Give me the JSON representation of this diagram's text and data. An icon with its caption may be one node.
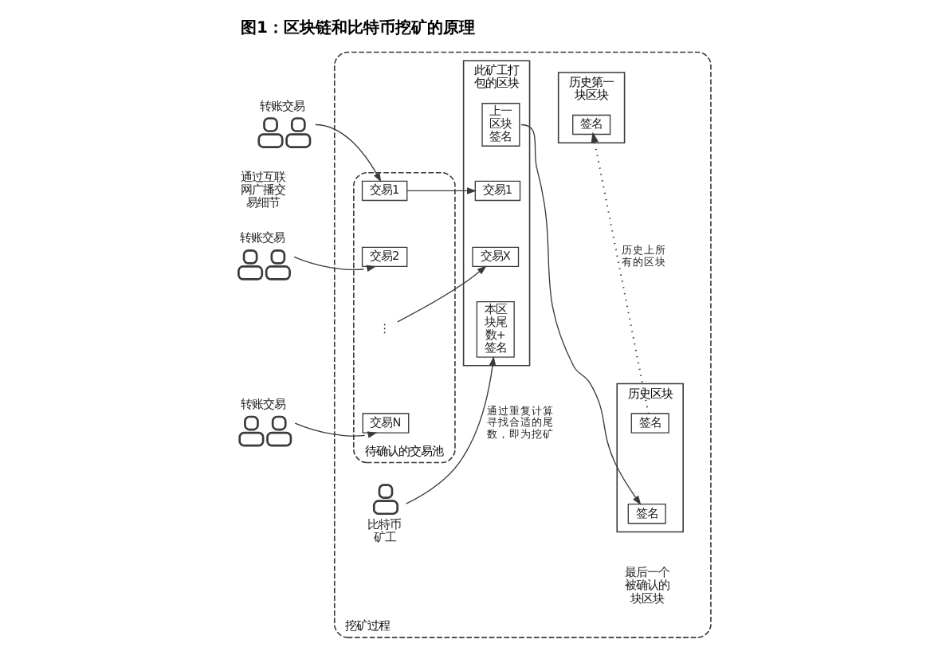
{
  "diagram": {
    "title": "图1：区块链和比特币挖矿的原理",
    "nodes": [
      {
        "text": [],
        "shape": "person",
        "beside": [
          "转账交易"
        ]
      },
      {
        "text": [],
        "shape": "person",
        "beside": [
          "转账交易"
        ]
      },
      {
        "text": [],
        "shape": "person",
        "beside": [
          "转账交易"
        ]
      },
      {
        "text": [
          "挖矿过程"
        ]
      },
      {
        "text": [
          "待确认的交易池"
        ],
        "in": 3
      },
      {
        "text": [
          "交易1"
        ],
        "in": 4
      },
      {
        "text": [
          "交易2"
        ],
        "in": 4
      },
      {
        "text": [
          "⋮"
        ],
        "in": 4
      },
      {
        "text": [
          "交易N"
        ],
        "in": 4
      },
      {
        "text": [
          "此矿工打包的区块"
        ],
        "in": 3
      },
      {
        "text": [
          "上一区块签名"
        ],
        "in": 9
      },
      {
        "text": [
          "交易1"
        ],
        "in": 9
      },
      {
        "text": [
          "交易X"
        ],
        "in": 9
      },
      {
        "text": [
          "本区块尾数+签名"
        ],
        "in": 9
      },
      {
        "text": [],
        "shape": "person",
        "beside": [
          "比特币矿工"
        ],
        "in": 3
      },
      {
        "text": [
          "历史第一块区块"
        ],
        "in": 3
      },
      {
        "text": [
          "签名"
        ],
        "in": 15
      },
      {
        "text": [
          "历史区块"
        ],
        "in": 3
      },
      {
        "text": [
          "签名"
        ],
        "in": 17
      },
      {
        "text": [
          "签名"
        ],
        "in": 17
      }
    ],
    "edges": [
      {
        "from": 0,
        "to": 5,
        "arrow": "to"
      },
      {
        "from": 1,
        "to": 6,
        "arrow": "to"
      },
      {
        "from": 2,
        "to": 8,
        "arrow": "to"
      },
      {
        "from": 5,
        "to": 11,
        "arrow": "to"
      },
      {
        "from": 7,
        "to": 12,
        "arrow": "to"
      },
      {
        "from": 14,
        "to": 13,
        "arrow": "to",
        "label": "通过重复计算寻找合适的尾数，即为挖矿"
      },
      {
        "from": 10,
        "to": 19,
        "arrow": "to"
      },
      {
        "from": 18,
        "to": 16,
        "arrow": "to",
        "style": "dashed",
        "label": "历史上所有的区块"
      }
    ],
    "labels": [
      "通过互联网广播交易细节",
      "最后一个被确认的块区块"
    ]
  }
}
